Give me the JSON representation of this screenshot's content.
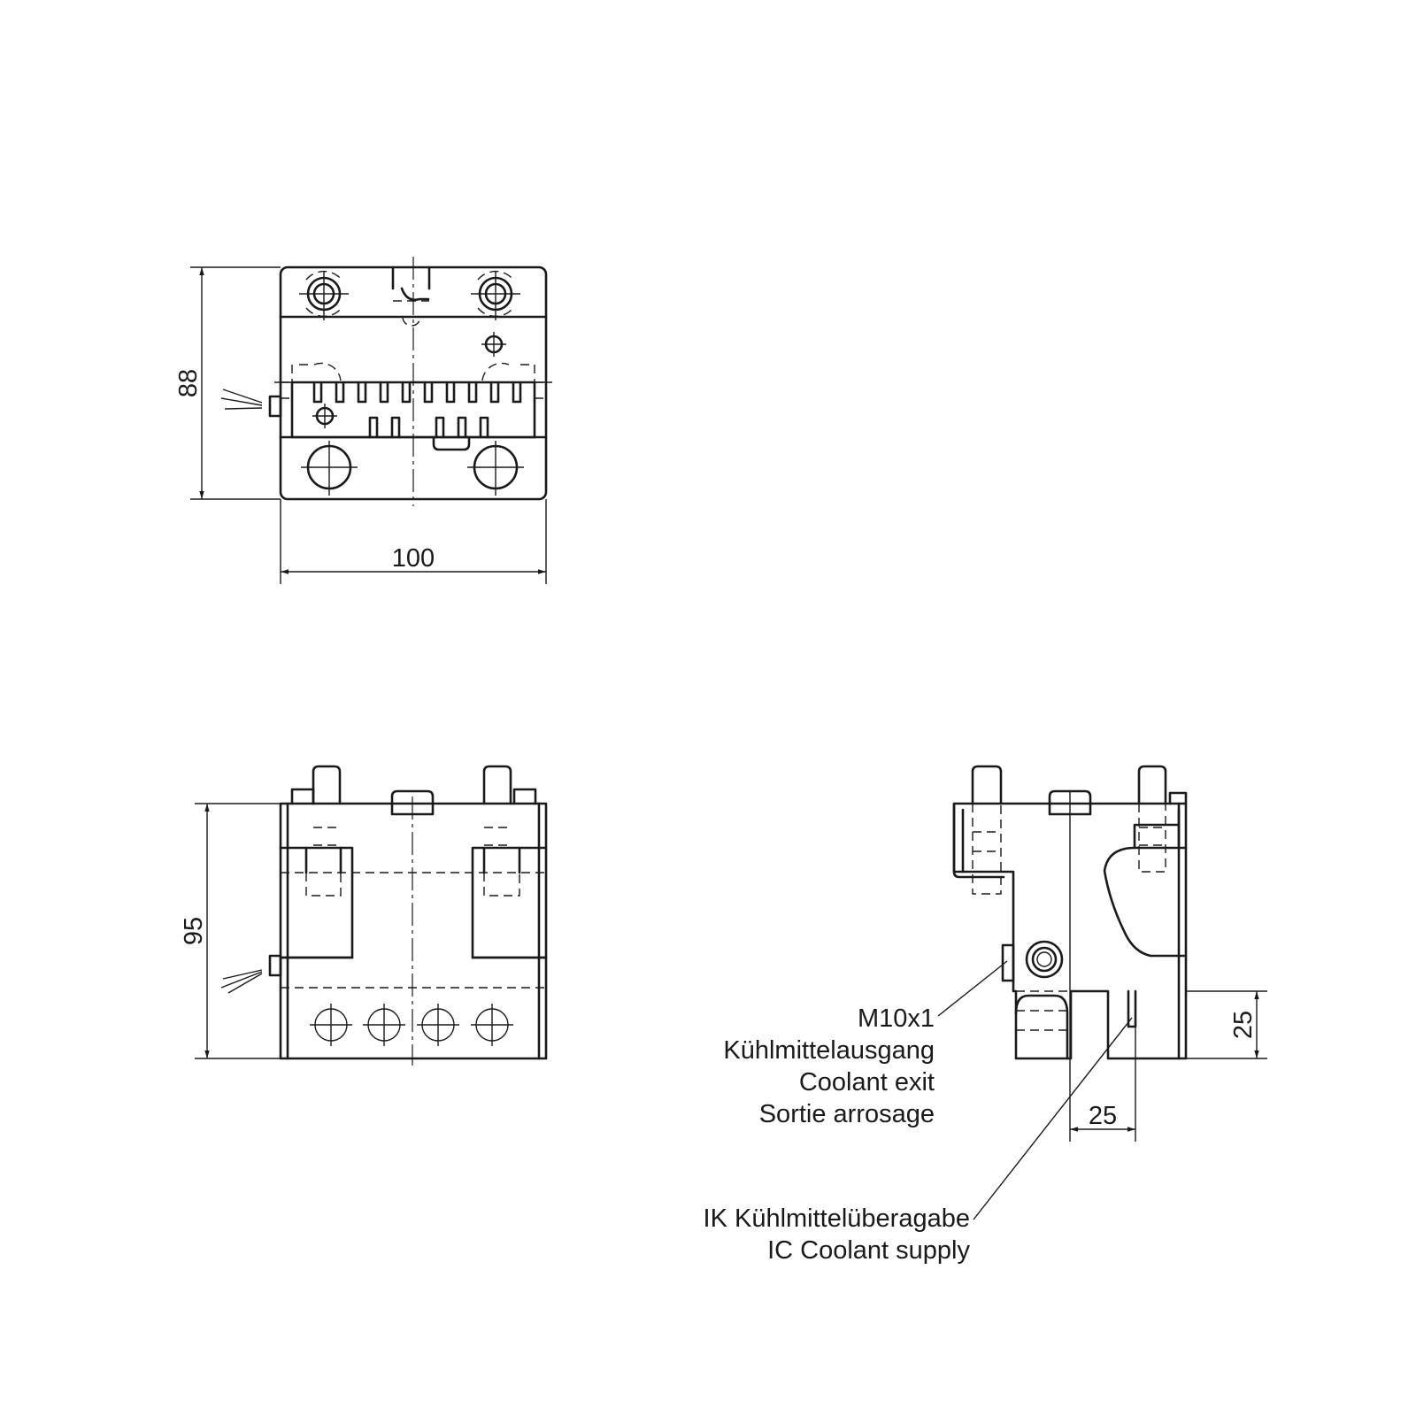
{
  "dimensions": {
    "top_height": "88",
    "top_width": "100",
    "front_height": "95",
    "side_width": "25",
    "side_height": "25"
  },
  "labels": {
    "coolant_exit": {
      "line1": "M10x1",
      "line2": "Kühlmittelausgang",
      "line3": "Coolant exit",
      "line4": "Sortie arrosage"
    },
    "coolant_supply": {
      "line1": "IK Kühlmittelüberagabe",
      "line2": "IC Coolant supply"
    }
  }
}
